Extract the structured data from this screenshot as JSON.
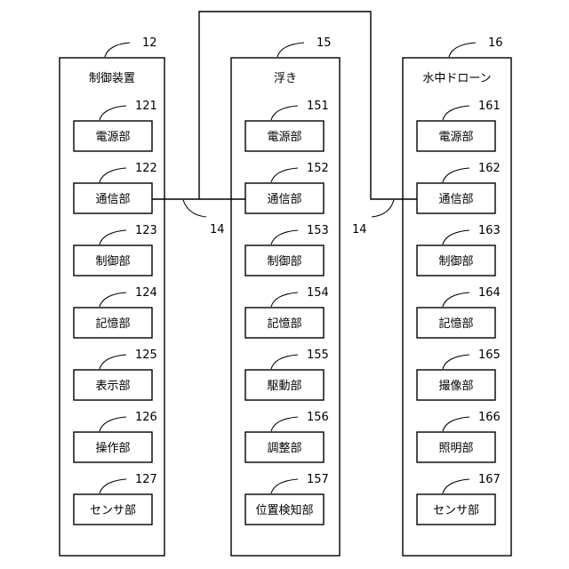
{
  "colors": {
    "line": "#000000",
    "background": "#ffffff"
  },
  "devices": [
    {
      "ref": "12",
      "title": "制御装置",
      "units": [
        {
          "ref": "121",
          "label": "電源部"
        },
        {
          "ref": "122",
          "label": "通信部"
        },
        {
          "ref": "123",
          "label": "制御部"
        },
        {
          "ref": "124",
          "label": "記憶部"
        },
        {
          "ref": "125",
          "label": "表示部"
        },
        {
          "ref": "126",
          "label": "操作部"
        },
        {
          "ref": "127",
          "label": "センサ部"
        }
      ]
    },
    {
      "ref": "15",
      "title": "浮き",
      "units": [
        {
          "ref": "151",
          "label": "電源部"
        },
        {
          "ref": "152",
          "label": "通信部"
        },
        {
          "ref": "153",
          "label": "制御部"
        },
        {
          "ref": "154",
          "label": "記憶部"
        },
        {
          "ref": "155",
          "label": "駆動部"
        },
        {
          "ref": "156",
          "label": "調整部"
        },
        {
          "ref": "157",
          "label": "位置検知部"
        }
      ]
    },
    {
      "ref": "16",
      "title": "水中ドローン",
      "units": [
        {
          "ref": "161",
          "label": "電源部"
        },
        {
          "ref": "162",
          "label": "通信部"
        },
        {
          "ref": "163",
          "label": "制御部"
        },
        {
          "ref": "164",
          "label": "記憶部"
        },
        {
          "ref": "165",
          "label": "撮像部"
        },
        {
          "ref": "166",
          "label": "照明部"
        },
        {
          "ref": "167",
          "label": "センサ部"
        }
      ]
    }
  ],
  "cables": [
    {
      "ref": "14"
    },
    {
      "ref": "14"
    }
  ]
}
